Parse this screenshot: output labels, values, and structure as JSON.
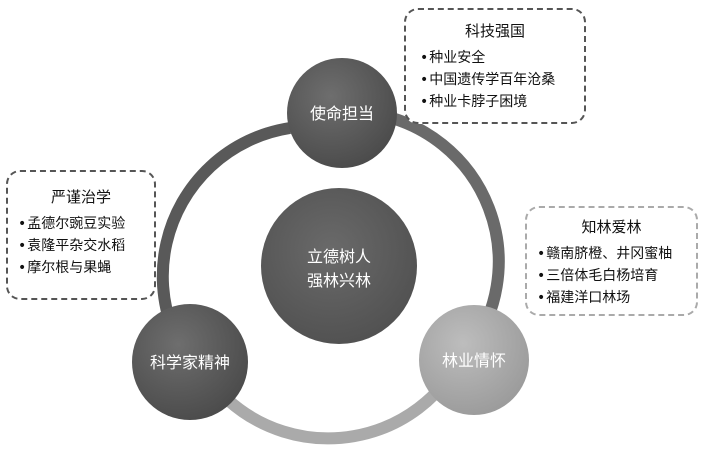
{
  "center": {
    "line1": "立德树人",
    "line2": "强林兴林"
  },
  "nodes": {
    "mission": "使命担当",
    "scientist": "科学家精神",
    "forestry": "林业情怀"
  },
  "boxes": {
    "tech": {
      "title": "科技强国",
      "items": [
        "种业安全",
        "中国遗传学百年沧桑",
        "种业卡脖子困境"
      ]
    },
    "rigor": {
      "title": "严谨治学",
      "items": [
        "孟德尔豌豆实验",
        "袁隆平杂交水稻",
        "摩尔根与果蝇"
      ]
    },
    "love": {
      "title": "知林爱林",
      "items": [
        "赣南脐橙、井冈蜜柚",
        "三倍体毛白杨培育",
        "福建洋口林场"
      ]
    }
  },
  "colors": {
    "ring_dark": "#5a5a5a",
    "ring_light": "#a8a8a8",
    "node_dark": "#5c5c5c",
    "node_light": "#a6a6a6",
    "center": "#5e5e5e"
  }
}
